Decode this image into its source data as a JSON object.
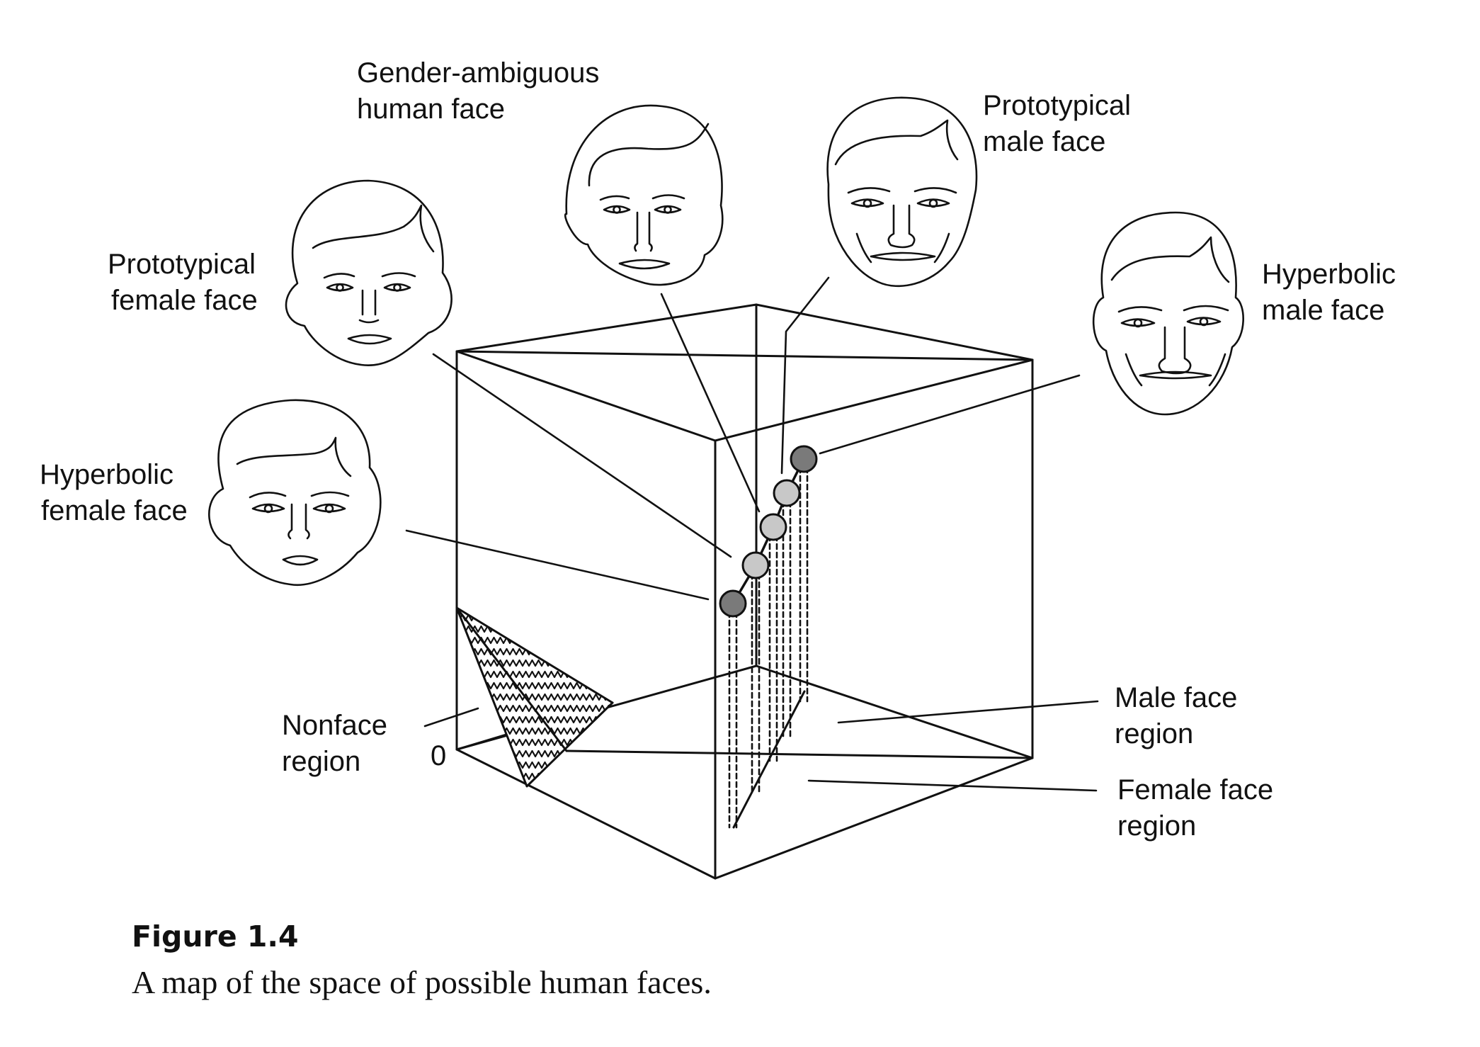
{
  "labels": {
    "gender_ambiguous": [
      "Gender-ambiguous",
      "human face"
    ],
    "prototypical_male": [
      "Prototypical",
      "male face"
    ],
    "prototypical_female": [
      "Prototypical",
      "female face"
    ],
    "hyperbolic_male": [
      "Hyperbolic",
      "male face"
    ],
    "hyperbolic_female": [
      "Hyperbolic",
      "female face"
    ],
    "nonface_region": [
      "Nonface",
      "region"
    ],
    "male_face_region": [
      "Male face",
      "region"
    ],
    "female_face_region": [
      "Female face",
      "region"
    ],
    "origin": "0"
  },
  "caption": {
    "title": "Figure 1.4",
    "text": "A map of the space of possible human faces."
  },
  "colors": {
    "line": "#111111",
    "face_point_light": "#c8c8c8",
    "face_point_dark": "#7a7a7a"
  },
  "face_points": [
    {
      "name": "hyperbolic-female-point",
      "shade": "dark"
    },
    {
      "name": "prototypical-female-point",
      "shade": "light"
    },
    {
      "name": "gender-ambiguous-point",
      "shade": "light"
    },
    {
      "name": "prototypical-male-point",
      "shade": "light"
    },
    {
      "name": "hyperbolic-male-point",
      "shade": "dark"
    }
  ]
}
